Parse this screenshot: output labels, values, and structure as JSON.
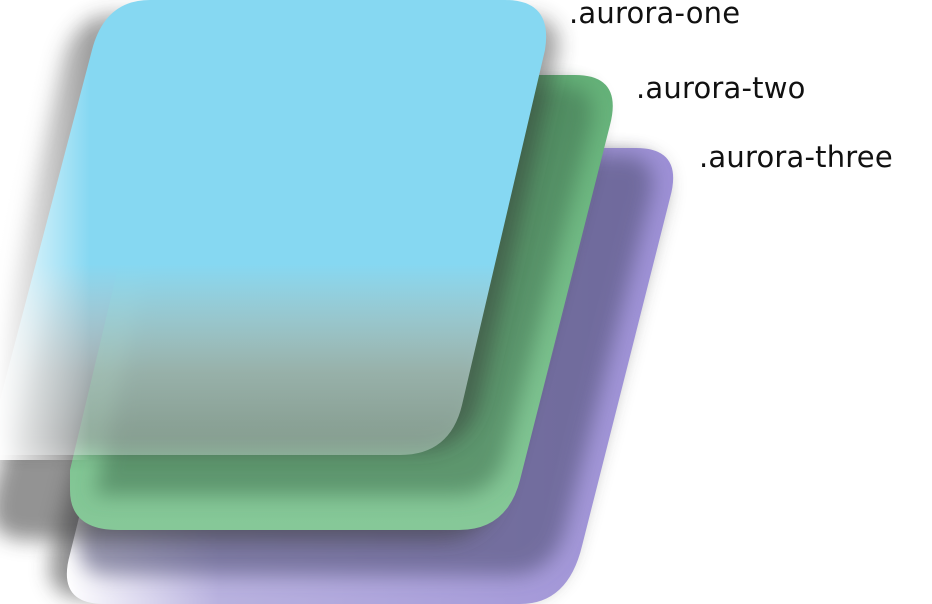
{
  "layers": [
    {
      "label": ".aurora-one",
      "color": "#86d8f2"
    },
    {
      "label": ".aurora-two",
      "color": "#6cb87f"
    },
    {
      "label": ".aurora-three",
      "color": "#9d90d6"
    }
  ],
  "colors": {
    "shadow": "#3a3a3a",
    "background": "#ffffff",
    "label_text": "#111111"
  }
}
